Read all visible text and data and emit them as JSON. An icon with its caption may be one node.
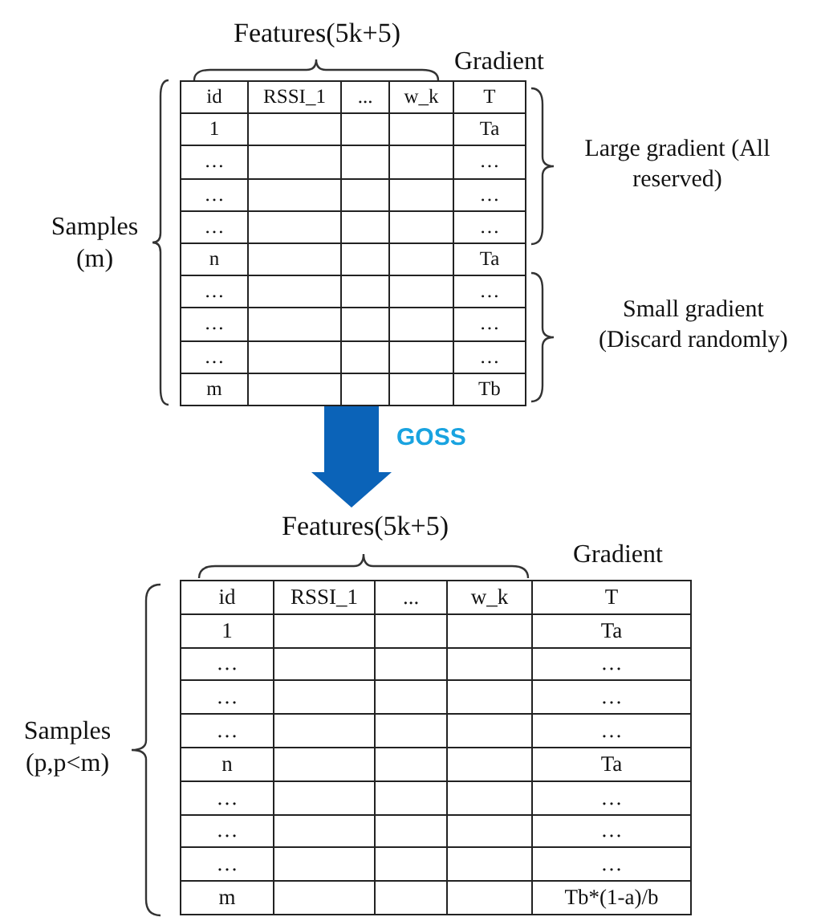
{
  "diagram": {
    "nodes": [
      {
        "text": [],
        "shape": "box"
      },
      {
        "text": [],
        "shape": "box"
      }
    ],
    "edges": [
      {
        "from": 0,
        "to": 1,
        "arrow": "to",
        "label": "GOSS",
        "style": "thick",
        "color": "#0b63b8"
      }
    ],
    "labels": [
      "Features(5k+5)",
      "Gradient",
      "Samples (m)",
      "Large gradient (All reserved)",
      "Small gradient (Discard randomly)",
      "id",
      "RSSI_1",
      "...",
      "w_k",
      "T",
      "1",
      "Ta",
      "…",
      "…",
      "…",
      "…",
      "…",
      "…",
      "n",
      "Ta",
      "…",
      "…",
      "…",
      "…",
      "…",
      "…",
      "m",
      "Tb",
      "Features(5k+5)",
      "Gradient",
      "Samples (p,p<m)",
      "id",
      "RSSI_1",
      "...",
      "w_k",
      "T",
      "1",
      "Ta",
      "…",
      "…",
      "…",
      "…",
      "…",
      "…",
      "n",
      "Ta",
      "…",
      "…",
      "…",
      "…",
      "…",
      "…",
      "m",
      "Tb*(1-a)/b"
    ]
  }
}
